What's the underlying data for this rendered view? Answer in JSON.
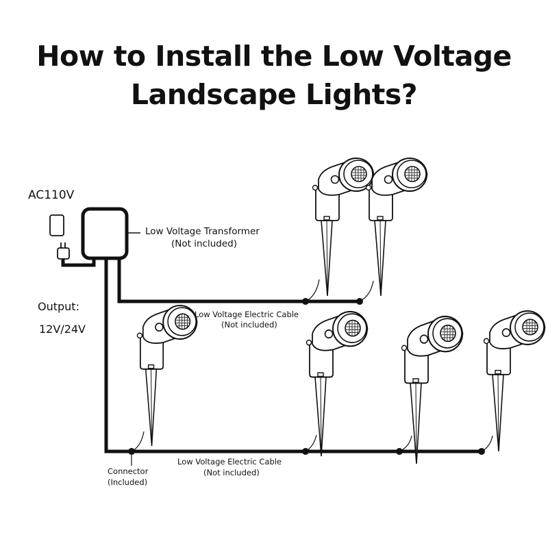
{
  "title": {
    "line1": "How to Install the Low Voltage",
    "line2": "Landscape Lights?"
  },
  "labels": {
    "power_source": "AC110V",
    "transformer_name": "Low Voltage Transformer",
    "transformer_note": "(Not included)",
    "output_heading": "Output:",
    "output_value": "12V/24V",
    "cable_upper_name": "Low Voltage Electric Cable",
    "cable_upper_note": "(Not included)",
    "cable_lower_name": "Low Voltage Electric Cable",
    "cable_lower_note": "(Not included)",
    "connector_name": "Connector",
    "connector_note": "(Included)"
  },
  "components": {
    "outlet": "wall-outlet-icon",
    "plug": "power-plug-icon",
    "transformer": "transformer-box",
    "light": "spike-spotlight-icon",
    "connector": "cable-connector-dot"
  },
  "circuits": [
    {
      "name": "upper-run",
      "light_count": 2
    },
    {
      "name": "lower-run",
      "light_count": 4
    }
  ],
  "colors": {
    "line": "#111111",
    "background": "#ffffff"
  }
}
